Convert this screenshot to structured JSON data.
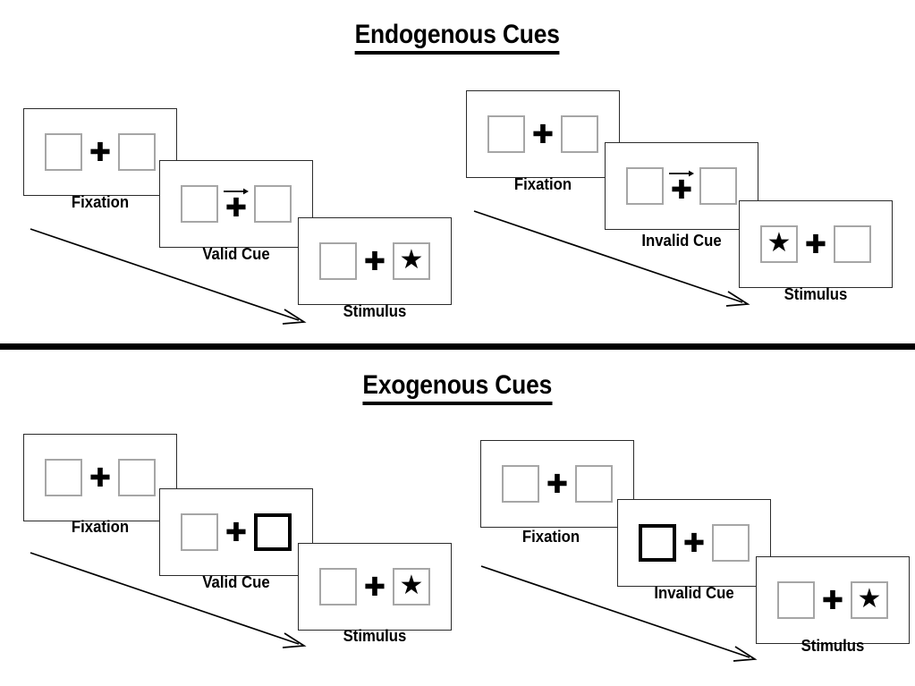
{
  "sections": [
    {
      "id": "endogenous",
      "title": "Endogenous Cues",
      "panels": [
        {
          "id": "endogenous-valid",
          "cue_type": "arrow",
          "frames": [
            {
              "stage": "Fixation",
              "left_box": "empty",
              "right_box": "empty",
              "cue": "none",
              "cue_direction": ""
            },
            {
              "stage": "Valid Cue",
              "left_box": "empty",
              "right_box": "empty",
              "cue": "arrow",
              "cue_direction": "right"
            },
            {
              "stage": "Stimulus",
              "left_box": "empty",
              "right_box": "star",
              "cue": "none",
              "cue_direction": ""
            }
          ]
        },
        {
          "id": "endogenous-invalid",
          "cue_type": "arrow",
          "frames": [
            {
              "stage": "Fixation",
              "left_box": "empty",
              "right_box": "empty",
              "cue": "none",
              "cue_direction": ""
            },
            {
              "stage": "Invalid Cue",
              "left_box": "empty",
              "right_box": "empty",
              "cue": "arrow",
              "cue_direction": "right"
            },
            {
              "stage": "Stimulus",
              "left_box": "star",
              "right_box": "empty",
              "cue": "none",
              "cue_direction": ""
            }
          ]
        }
      ]
    },
    {
      "id": "exogenous",
      "title": "Exogenous Cues",
      "panels": [
        {
          "id": "exogenous-valid",
          "cue_type": "box-highlight",
          "frames": [
            {
              "stage": "Fixation",
              "left_box": "empty",
              "right_box": "empty",
              "cue": "none",
              "cue_direction": ""
            },
            {
              "stage": "Valid Cue",
              "left_box": "empty",
              "right_box": "cued",
              "cue": "highlight",
              "cue_direction": "right"
            },
            {
              "stage": "Stimulus",
              "left_box": "empty",
              "right_box": "star",
              "cue": "none",
              "cue_direction": ""
            }
          ]
        },
        {
          "id": "exogenous-invalid",
          "cue_type": "box-highlight",
          "frames": [
            {
              "stage": "Fixation",
              "left_box": "empty",
              "right_box": "empty",
              "cue": "none",
              "cue_direction": ""
            },
            {
              "stage": "Invalid Cue",
              "left_box": "cued",
              "right_box": "empty",
              "cue": "highlight",
              "cue_direction": "left"
            },
            {
              "stage": "Stimulus",
              "left_box": "empty",
              "right_box": "star",
              "cue": "none",
              "cue_direction": ""
            }
          ]
        }
      ]
    }
  ],
  "glyphs": {
    "fixation_cross": "✚",
    "star": "★"
  },
  "colors": {
    "frame_border": "#2b2b2b",
    "box_border": "#a6a6a6",
    "cued_box_border": "#000000",
    "ink": "#000000",
    "background": "#ffffff"
  },
  "labels": {
    "fixation": "Fixation",
    "valid_cue": "Valid Cue",
    "invalid_cue": "Invalid Cue",
    "stimulus": "Stimulus"
  }
}
